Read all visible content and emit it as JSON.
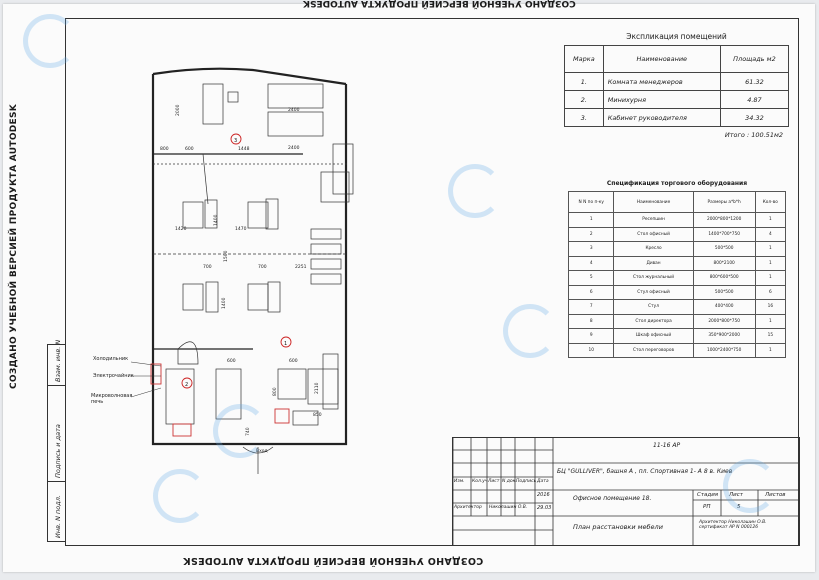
{
  "side_text": "СОЗДАНО УЧЕБНОЙ ВЕРСИЕЙ ПРОДУКТА AUTODESK",
  "strip_labels": [
    "Инв. N подл.",
    "Подпись и дата",
    "Взам. инв. N"
  ],
  "explication": {
    "title": "Экспликация помещений",
    "headers": [
      "Марка",
      "Наименование",
      "Площадь м2"
    ],
    "rows": [
      {
        "mark": "1.",
        "name": "Комната менеджеров",
        "area": "61.32"
      },
      {
        "mark": "2.",
        "name": "Минихурня",
        "area": "4.87"
      },
      {
        "mark": "3.",
        "name": "Кабинет руководителя",
        "area": "34.32"
      }
    ],
    "total": "Итого : 100.51м2"
  },
  "specification": {
    "title": "Спецификация торгового оборудования",
    "headers": [
      "N N по п-ку",
      "Наименование",
      "Размеры а*b*h",
      "Кол-во"
    ],
    "rows": [
      [
        "1",
        "Ресепшин",
        "2000*800*1200",
        "1"
      ],
      [
        "2",
        "Стол офисный",
        "1400*700*750",
        "4"
      ],
      [
        "3",
        "Кресло",
        "500*500",
        "1"
      ],
      [
        "4",
        "Диван",
        "800*2100",
        "1"
      ],
      [
        "5",
        "Стол журнальный",
        "800*600*500",
        "1"
      ],
      [
        "6",
        "Стул офисный",
        "500*500",
        "6"
      ],
      [
        "7",
        "Стул",
        "400*400",
        "16"
      ],
      [
        "8",
        "Стол директора",
        "2000*800*750",
        "1"
      ],
      [
        "9",
        "Шкаф офисный",
        "350*900*2000",
        "15"
      ],
      [
        "10",
        "Стол переговоров",
        "1000*2400*750",
        "1"
      ]
    ]
  },
  "plan": {
    "legend": [
      "Холодильник",
      "Электрочайник",
      "Микроволновая печь"
    ],
    "room_numbers": [
      "1",
      "2",
      "3"
    ],
    "dims": [
      "2400",
      "2400",
      "2000",
      "800",
      "600",
      "1448",
      "1400",
      "1420",
      "1470",
      "1500",
      "700",
      "700",
      "2251",
      "1400",
      "600",
      "600",
      "800",
      "2110",
      "850",
      "740"
    ],
    "entrance": "Вход"
  },
  "title_block": {
    "code": "11-16 АР",
    "address": "БЦ \"GULLIVER\", башня А , пл. Спортивная 1- А 8 в. Киев",
    "stage_headers": [
      "Стадия",
      "Лист",
      "Листов"
    ],
    "stage_values": [
      "РП",
      "5",
      ""
    ],
    "project": "Офисное помещение 18.",
    "sheet": "План расстановки мебели",
    "cols": [
      "Изм.",
      "Кол.уч",
      "Лист",
      "N док.",
      "Подпись",
      "Дата"
    ],
    "role": "Архитектор",
    "person": "Николашин О.В.",
    "year": "2016",
    "date": "29.03",
    "certificate": "Архитектор  Николашин О.В. сертификат АР N 000126"
  }
}
